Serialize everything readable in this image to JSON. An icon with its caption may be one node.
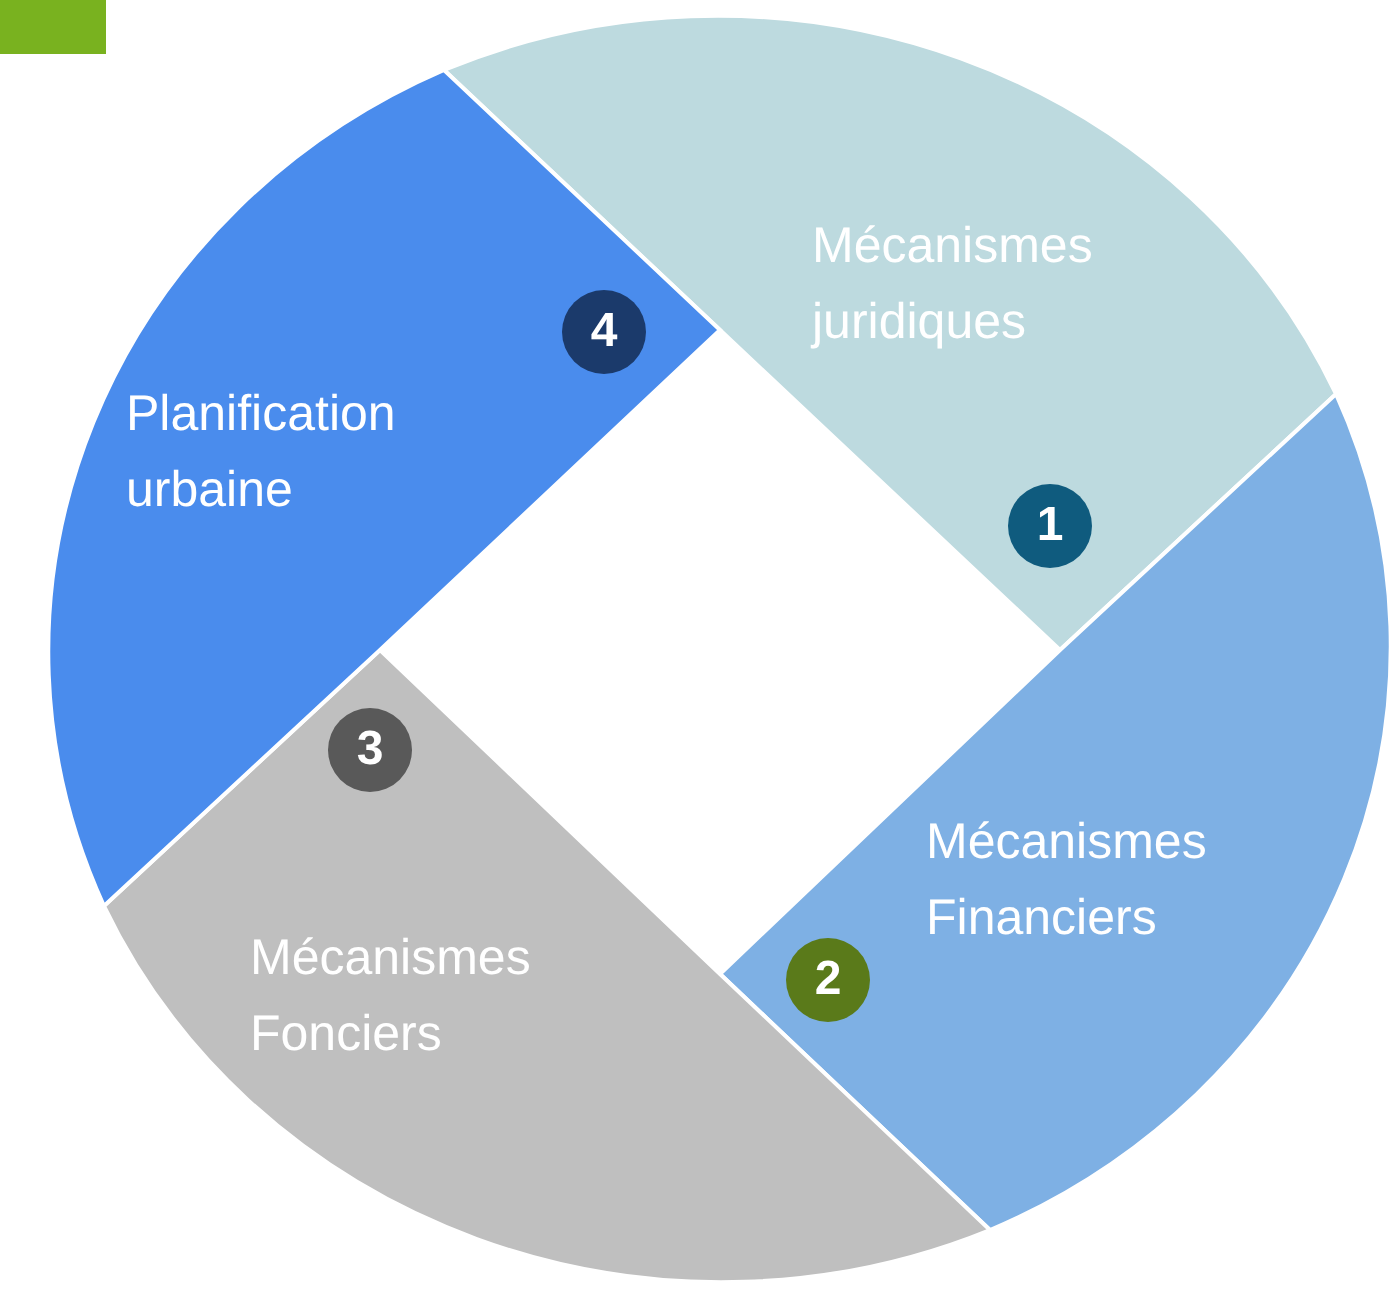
{
  "diagram": {
    "nodes": [
      {
        "text": [
          "Mécanismes juridiques",
          "1"
        ]
      },
      {
        "text": [
          "Mécanismes Financiers",
          "2"
        ]
      },
      {
        "text": [
          "3",
          "Mécanismes Fonciers"
        ]
      },
      {
        "text": [
          "Planification urbaine",
          "4"
        ]
      }
    ]
  }
}
